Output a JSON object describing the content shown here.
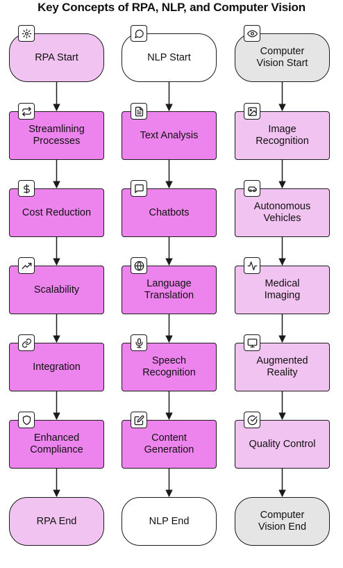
{
  "title": "Key Concepts of RPA, NLP, and Computer Vision",
  "colors": {
    "rpa_terminal": "#f1c3f1",
    "rpa_step": "#ed83ed",
    "nlp_terminal": "#ffffff",
    "nlp_step": "#ed83ed",
    "cv_terminal": "#e5e5e5",
    "cv_step": "#f1c3f1",
    "stroke": "#1a1a1a"
  },
  "columns": [
    {
      "id": "rpa",
      "start": {
        "label": "RPA Start",
        "icon": "gear-icon"
      },
      "steps": [
        {
          "label": "Streamlining\nProcesses",
          "icon": "repeat-icon"
        },
        {
          "label": "Cost Reduction",
          "icon": "dollar-icon"
        },
        {
          "label": "Scalability",
          "icon": "trending-up-icon"
        },
        {
          "label": "Integration",
          "icon": "link-icon"
        },
        {
          "label": "Enhanced\nCompliance",
          "icon": "shield-icon"
        }
      ],
      "end": {
        "label": "RPA End"
      }
    },
    {
      "id": "nlp",
      "start": {
        "label": "NLP Start",
        "icon": "message-circle-icon"
      },
      "steps": [
        {
          "label": "Text Analysis",
          "icon": "file-text-icon"
        },
        {
          "label": "Chatbots",
          "icon": "message-square-icon"
        },
        {
          "label": "Language\nTranslation",
          "icon": "globe-icon"
        },
        {
          "label": "Speech\nRecognition",
          "icon": "microphone-icon"
        },
        {
          "label": "Content\nGeneration",
          "icon": "edit-icon"
        }
      ],
      "end": {
        "label": "NLP End"
      }
    },
    {
      "id": "cv",
      "start": {
        "label": "Computer\nVision Start",
        "icon": "eye-icon"
      },
      "steps": [
        {
          "label": "Image\nRecognition",
          "icon": "image-icon"
        },
        {
          "label": "Autonomous\nVehicles",
          "icon": "car-icon"
        },
        {
          "label": "Medical\nImaging",
          "icon": "activity-icon"
        },
        {
          "label": "Augmented\nReality",
          "icon": "monitor-icon"
        },
        {
          "label": "Quality Control",
          "icon": "check-circle-icon"
        }
      ],
      "end": {
        "label": "Computer\nVision End"
      }
    }
  ]
}
